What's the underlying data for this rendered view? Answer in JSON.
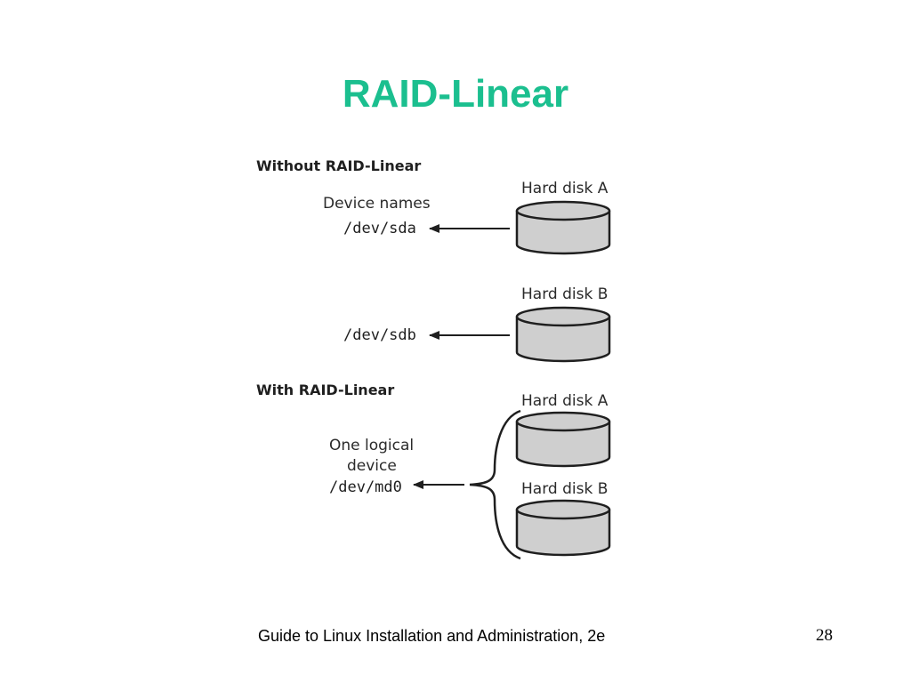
{
  "slide": {
    "title": "RAID-Linear",
    "footer": "Guide to Linux Installation and Administration, 2e",
    "page_number": "28"
  },
  "diagram": {
    "without": {
      "heading": "Without RAID-Linear",
      "device_names_label": "Device names",
      "disk_a_label": "Hard disk A",
      "disk_b_label": "Hard disk B",
      "device_a": "/dev/sda",
      "device_b": "/dev/sdb"
    },
    "with": {
      "heading": "With RAID-Linear",
      "logical_label_line1": "One logical",
      "logical_label_line2": "device",
      "device": "/dev/md0",
      "disk_a_label": "Hard disk A",
      "disk_b_label": "Hard disk B"
    }
  },
  "colors": {
    "title": "#1bbf8f",
    "disk_fill": "#cfcfcf",
    "disk_stroke": "#1f1f1f"
  }
}
